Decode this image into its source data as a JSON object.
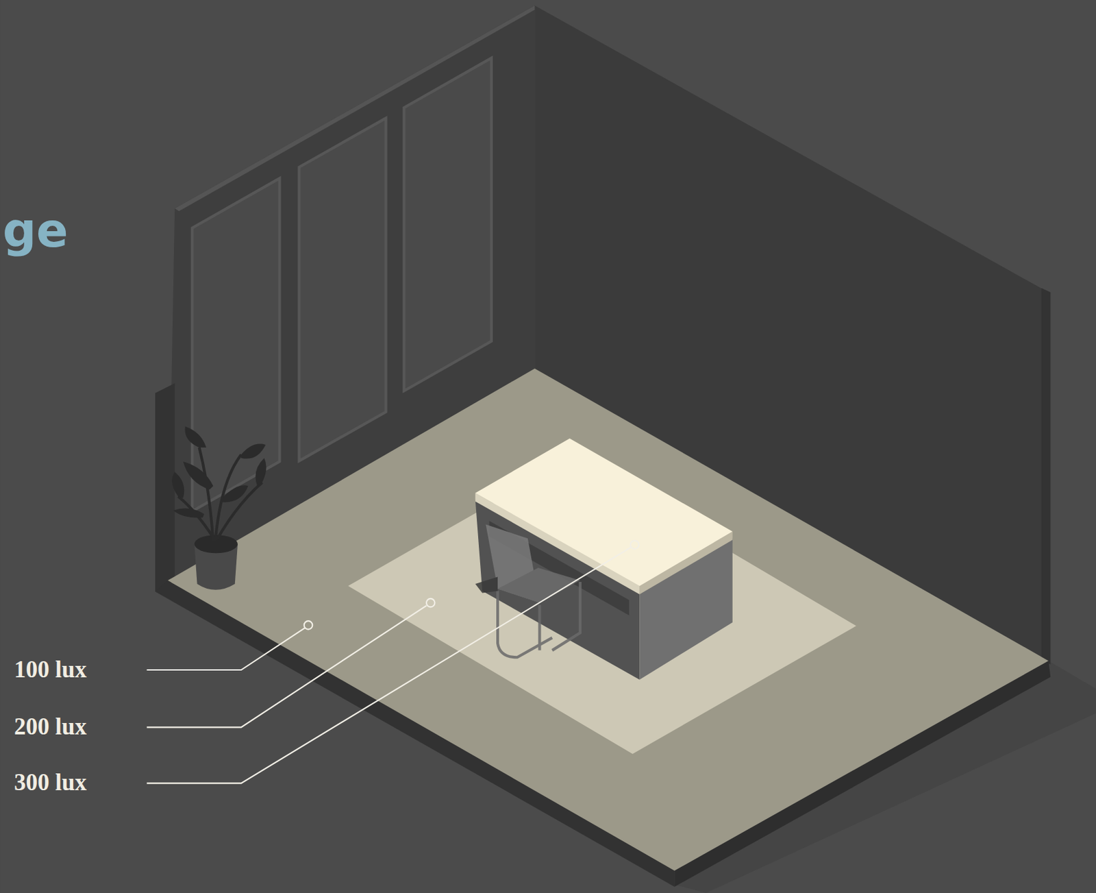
{
  "diagram": {
    "title": "ge",
    "labels": [
      "100 lux",
      "200 lux",
      "300 lux"
    ]
  }
}
